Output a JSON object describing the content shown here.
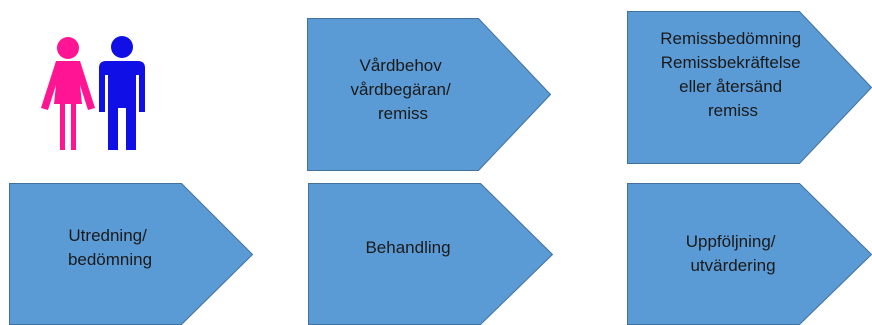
{
  "colors": {
    "arrow_fill": "#5b9bd5",
    "arrow_stroke": "#41719c",
    "woman": "#ff1493",
    "man": "#1010e6"
  },
  "icons": {
    "woman": "woman-icon",
    "man": "man-icon"
  },
  "steps": [
    {
      "id": "vardbehov",
      "lines": [
        "Vårdbehov",
        "vårdbegäran/",
        "remiss"
      ]
    },
    {
      "id": "remissbedomning",
      "lines": [
        "Remissbedömning",
        "Remissbekräftelse",
        "eller återsänd",
        "remiss"
      ]
    },
    {
      "id": "utredning",
      "lines": [
        "Utredning/",
        "bedömning"
      ]
    },
    {
      "id": "behandling",
      "lines": [
        "Behandling"
      ]
    },
    {
      "id": "uppfoljning",
      "lines": [
        "Uppföljning/",
        "utvärdering"
      ]
    }
  ]
}
